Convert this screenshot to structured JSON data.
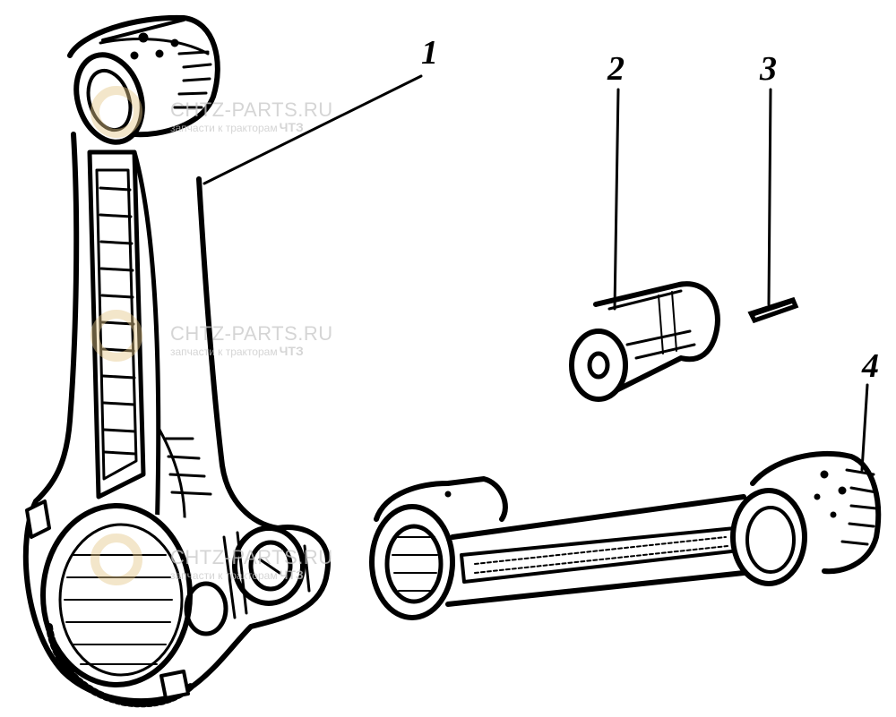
{
  "callouts": {
    "part_1": "1",
    "part_2": "2",
    "part_3": "3",
    "part_4": "4"
  },
  "watermark": {
    "site": "CHTZ-PARTS.RU",
    "subtitle": "запчасти к тракторам",
    "brand": "ЧТЗ"
  },
  "colors": {
    "ink": "#000000",
    "paper": "#ffffff",
    "watermark": "#c8c8c8"
  }
}
